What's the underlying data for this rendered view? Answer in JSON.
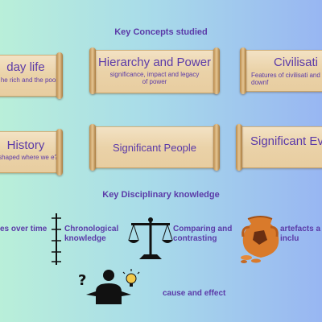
{
  "headings": {
    "concepts": "Key Concepts studied",
    "disciplinary": "Key Disciplinary knowledge"
  },
  "scrolls": {
    "daily_life": {
      "title": "day life",
      "subtitle": "he rich and the poor"
    },
    "hierarchy": {
      "title": "Hierarchy and Power",
      "subtitle": "significance, impact and legacy of power"
    },
    "civilisation": {
      "title": "Civilisati",
      "subtitle": "Features of civilisati and downf"
    },
    "history": {
      "title": "History",
      "subtitle": "shaped where we e?"
    },
    "significant_people": {
      "title": "Significant People"
    },
    "significant_events": {
      "title": "Significant Ev"
    }
  },
  "skills": {
    "changes": "es over time",
    "chronological": "Chronological knowledge",
    "comparing": "Comparing and contrasting",
    "artefacts": "artefacts a inclu",
    "cause": "cause and effect"
  },
  "icons": [
    "timeline-icon",
    "scales-icon",
    "amphora-icon",
    "thinking-person-icon"
  ],
  "colors": {
    "text": "#5b3aa8",
    "parchment": "#ead2a8",
    "gradient_left": "#b9efd9",
    "gradient_right": "#98b6f2"
  }
}
